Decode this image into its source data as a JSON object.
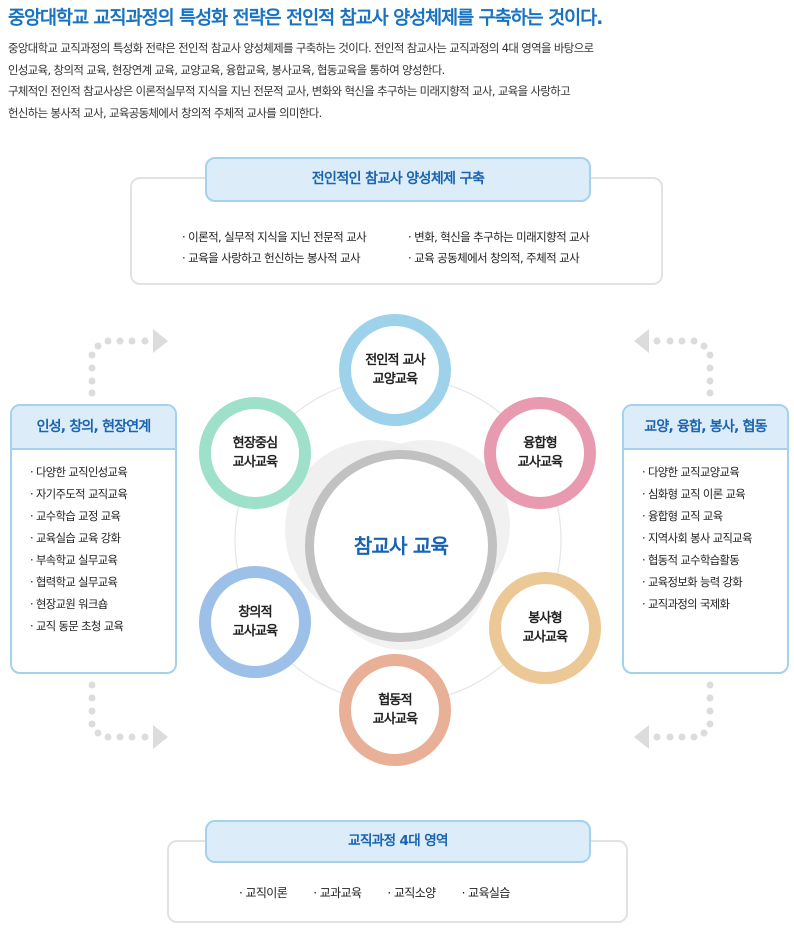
{
  "title": "중앙대학교 교직과정의 특성화 전략은 전인적 참교사 양성체제를 구축하는 것이다.",
  "intro": [
    "중앙대학교 교직과정의 특성화 전략은 전인적 참교사 양성체제를 구축하는 것이다. 전인적 참교사는 교직과정의 4대 영역을 바탕으로",
    "인성교육, 창의적 교육, 현장연계 교육, 교양교육, 융합교육, 봉사교육, 협동교육을 통하여 양성한다.",
    "구체적인 전인적 참교사상은 이론적실무적 지식을 지닌 전문적 교사, 변화와 혁신을 추구하는 미래지향적 교사, 교육을 사랑하고",
    "헌신하는 봉사적 교사, 교육공동체에서 창의적 주체적 교사를 의미한다."
  ],
  "top_box": {
    "header": "전인적인 참교사 양성체제 구축",
    "items": [
      "· 이론적, 실무적 지식을 지닌 전문적 교사",
      "· 변화, 혁신을 추구하는 미래지향적 교사",
      "· 교육을 사랑하고 헌신하는 봉사적 교사",
      "· 교육 공동체에서 창의적, 주체적 교사"
    ]
  },
  "left_box": {
    "header": "인성, 창의, 현장연계",
    "items": [
      "· 다양한 교직인성교육",
      "· 자기주도적 교직교육",
      "· 교수학습 교정 교육",
      "· 교육실습 교육 강화",
      "· 부속학교 실무교육",
      "· 협력학교 실무교육",
      "· 현장교원 워크숍",
      "· 교직 동문 초청 교육"
    ]
  },
  "right_box": {
    "header": "교양, 융합, 봉사, 협동",
    "items": [
      "· 다양한 교직교양교육",
      "· 심화형 교직 이론 교육",
      "· 융합형 교직 교육",
      "· 지역사회 봉사 교직교육",
      "· 협동적 교수학습활동",
      "· 교육정보화 능력 강화",
      "· 교직과정의 국제화"
    ]
  },
  "center": "참교사 교육",
  "circles": [
    {
      "l1": "전인적 교사",
      "l2": "교양교육",
      "color": "#9dd2ea"
    },
    {
      "l1": "융합형",
      "l2": "교사교육",
      "color": "#e89bb0"
    },
    {
      "l1": "봉사형",
      "l2": "교사교육",
      "color": "#ebc896"
    },
    {
      "l1": "협동적",
      "l2": "교사교육",
      "color": "#e9b098"
    },
    {
      "l1": "창의적",
      "l2": "교사교육",
      "color": "#9dc0e8"
    },
    {
      "l1": "현장중심",
      "l2": "교사교육",
      "color": "#9ee0ca"
    }
  ],
  "bottom_box": {
    "header": "교직과정 4대 영역",
    "items": [
      "· 교직이론",
      "· 교과교육",
      "· 교직소양",
      "· 교육실습"
    ]
  }
}
